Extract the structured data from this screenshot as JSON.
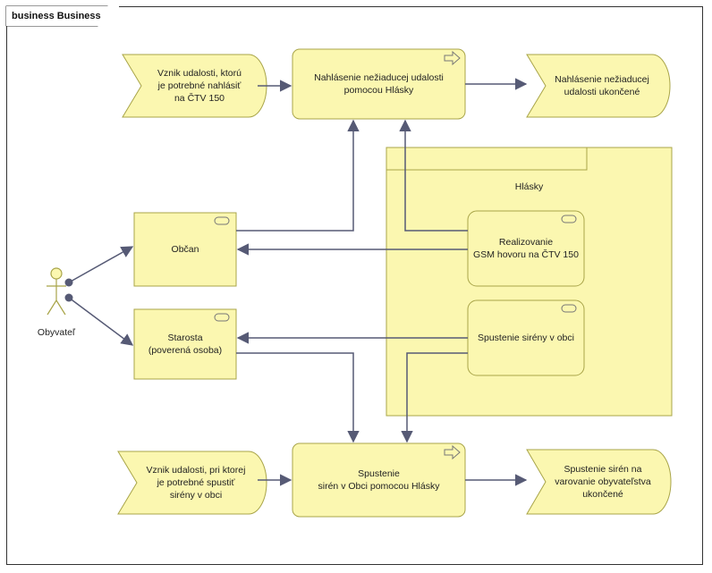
{
  "frame": {
    "title": "business Business"
  },
  "colors": {
    "fill": "#fbf7b0",
    "stroke": "#a8a448",
    "line": "#565a75",
    "group_fill": "#fbf7b0"
  },
  "actor": {
    "name": "Obyvateľ"
  },
  "group": {
    "name": "Hlásky"
  },
  "events": {
    "start1": "Vznik udalosti, ktorú\nje potrebné nahlásiť\nna ČTV 150",
    "end1": "Nahlásenie nežiaducej\nudalosti ukončené",
    "start2": "Vznik udalosti, pri ktorej\nje potrebné spustiť\nsirény v obci",
    "end2": "Spustenie sirén na\nvarovanie obyvateľstva\nukončené"
  },
  "processes": {
    "p1": "Nahlásenie nežiaducej udalosti\npomocou Hlásky",
    "p2": "Spustenie\nsirén v Obci pomocou Hlásky"
  },
  "roles": {
    "obcan": "Občan",
    "starosta": "Starosta\n(poverená osoba)"
  },
  "services": {
    "gsm": "Realizovanie\nGSM hovoru na ČTV 150",
    "siren": "Spustenie sirény v obci"
  }
}
